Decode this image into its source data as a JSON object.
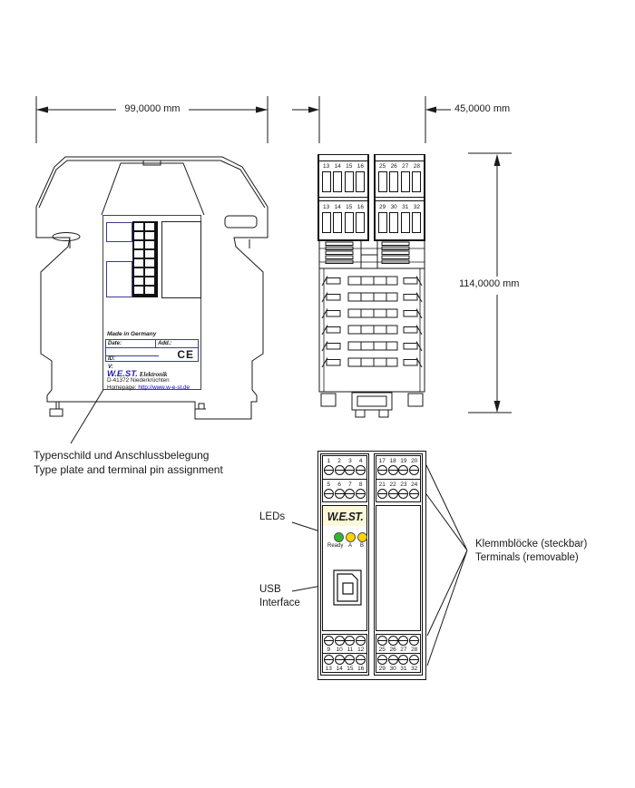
{
  "dimensions": {
    "width_left": "99,0000 mm",
    "width_side": "45,0000 mm",
    "height_side": "114,0000 mm"
  },
  "annotations": {
    "type_plate_de": "Typenschild und Anschlussbelegung",
    "type_plate_en": "Type plate and terminal pin assignment",
    "leds": "LEDs",
    "usb_line1": "USB",
    "usb_line2": "Interface",
    "terminals_de": "Klemmblöcke (steckbar)",
    "terminals_en": "Terminals (removable)"
  },
  "side_view": {
    "blocks": [
      {
        "row1": [
          "13",
          "14",
          "15",
          "16"
        ],
        "row2": [
          "13",
          "14",
          "15",
          "16"
        ]
      },
      {
        "row1": [
          "25",
          "26",
          "27",
          "28"
        ],
        "row2": [
          "29",
          "30",
          "31",
          "32"
        ]
      }
    ]
  },
  "front_view": {
    "logo": "W.E.ST.",
    "leds": {
      "ready": "Ready",
      "a": "A",
      "b": "B"
    },
    "terminals": {
      "top_left": [
        [
          "1",
          "2",
          "3",
          "4"
        ],
        [
          "5",
          "6",
          "7",
          "8"
        ]
      ],
      "top_right": [
        [
          "17",
          "18",
          "19",
          "20"
        ],
        [
          "21",
          "22",
          "23",
          "24"
        ]
      ],
      "bottom_left": [
        [
          "9",
          "10",
          "11",
          "12"
        ],
        [
          "13",
          "14",
          "15",
          "16"
        ]
      ],
      "bottom_right": [
        [
          "25",
          "26",
          "27",
          "28"
        ],
        [
          "29",
          "30",
          "31",
          "32"
        ]
      ]
    }
  },
  "type_plate": {
    "made_in": "Made in Germany",
    "date_label": "Date:",
    "add_label": "Add.:",
    "id_label": "ID:",
    "v_label": "V:",
    "ce": "CE",
    "brand": "W.E.ST.",
    "brand_suffix": " Elektronik",
    "address": "D-41372 Niederkrüchten",
    "homepage_label": "Homepage: ",
    "homepage_url": "http://www.w-e-st.de"
  },
  "colors": {
    "line": "#1a1a1a",
    "led_green": "#2eb82e",
    "led_yellow": "#ffd500",
    "logo_bg": "#fcf8d8",
    "brand_blue": "#2222aa",
    "link_blue": "#0000bb",
    "table_border": "#3a3f8f"
  }
}
